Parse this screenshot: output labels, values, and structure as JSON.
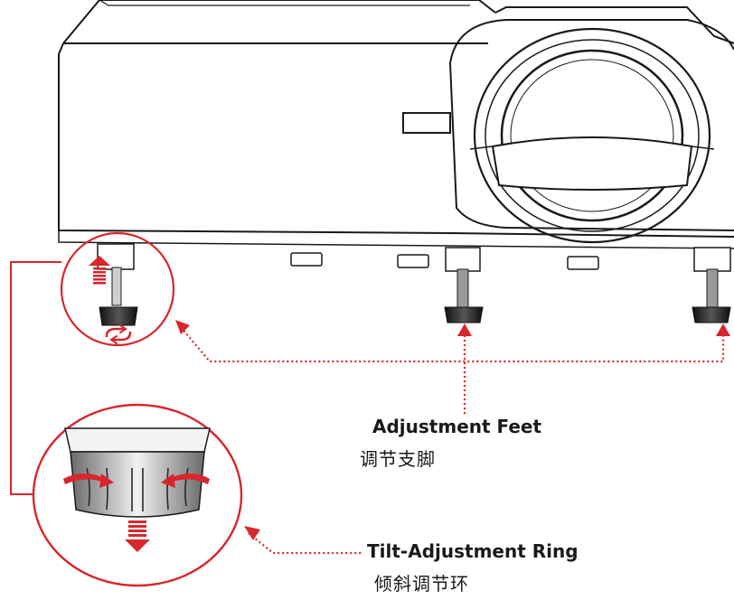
{
  "labels": {
    "adjustment_feet": {
      "en": "Adjustment Feet",
      "zh": "调节支脚"
    },
    "tilt_ring": {
      "en": "Tilt-Adjustment Ring",
      "zh": "倾斜调节环"
    }
  },
  "icons": {
    "lift_arrow": "arrow-up-icon",
    "rotate_arrows": "rotate-arrows-icon",
    "lower_arrow": "arrow-down-icon",
    "curved_arrows": "curved-arrows-icon"
  },
  "colors": {
    "callout": "#d7262c",
    "outline": "#1a1a1a",
    "foot": "#2a2a2a"
  }
}
